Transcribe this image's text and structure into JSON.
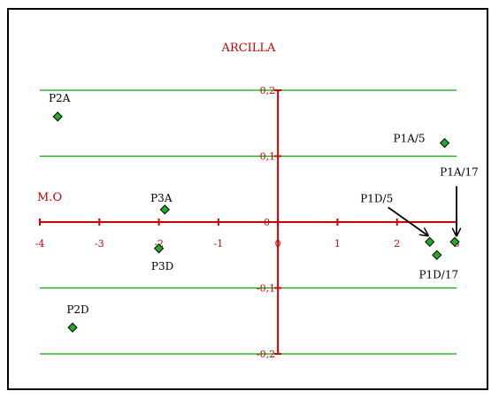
{
  "chart_data": {
    "type": "scatter",
    "title": "ARCILLA",
    "xlabel": "M.O",
    "ylabel": "",
    "xlim": [
      -4,
      3
    ],
    "ylim": [
      -0.2,
      0.2
    ],
    "x_ticks": [
      -4,
      -3,
      -2,
      -1,
      0,
      1,
      2,
      3
    ],
    "x_tick_labels": [
      "-4",
      "-3",
      "-2",
      "-1",
      "0",
      "1",
      "2",
      "3"
    ],
    "y_ticks": [
      0.2,
      0.1,
      -0.1,
      -0.2
    ],
    "y_tick_labels": [
      "0,2",
      "0,1",
      "-0,1",
      "-0,2"
    ],
    "origin_label": "0",
    "grid": true,
    "colors": {
      "axis": "#cc0000",
      "grid": "#00aa00",
      "marker": "#22aa22",
      "marker_edge": "#000000"
    },
    "points": [
      {
        "label": "P2A",
        "x": -3.7,
        "y": 0.16
      },
      {
        "label": "P3A",
        "x": -1.9,
        "y": 0.019
      },
      {
        "label": "P3D",
        "x": -2.0,
        "y": -0.04
      },
      {
        "label": "P2D",
        "x": -3.45,
        "y": -0.16
      },
      {
        "label": "P1A/5",
        "x": 2.8,
        "y": 0.12
      },
      {
        "label": "P1D/5",
        "x": 2.55,
        "y": -0.03
      },
      {
        "label": "P1A/17",
        "x": 2.97,
        "y": -0.03
      },
      {
        "label": "P1D/17",
        "x": 2.67,
        "y": -0.05
      }
    ]
  }
}
